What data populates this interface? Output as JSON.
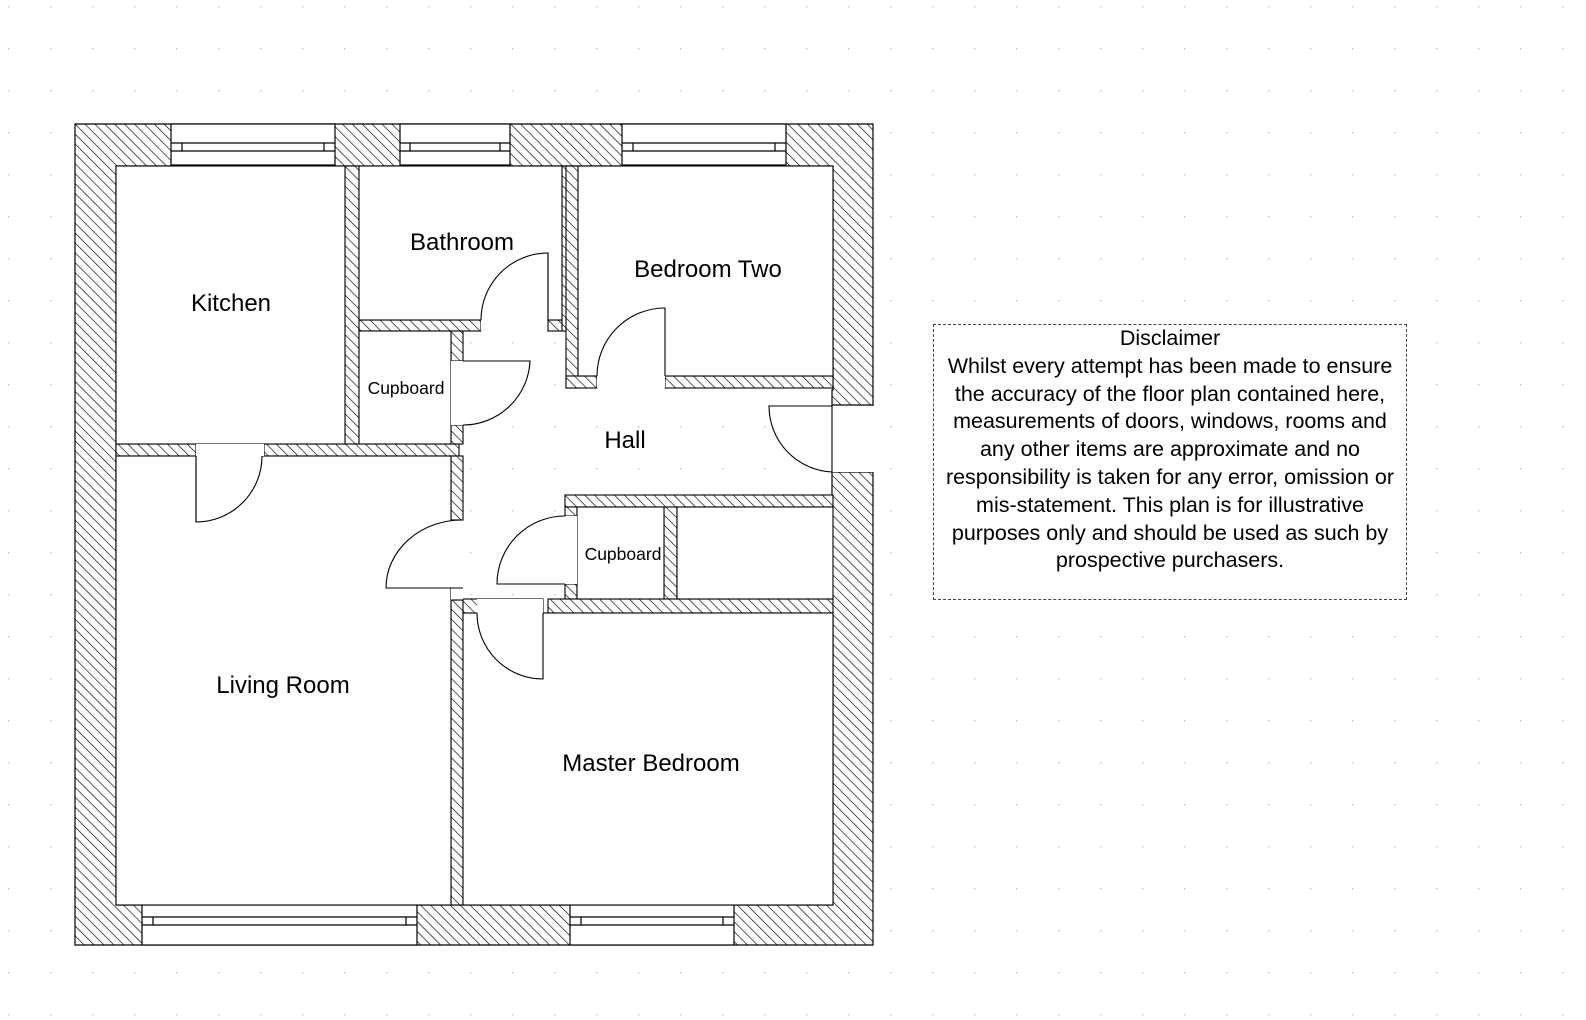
{
  "rooms": {
    "kitchen": "Kitchen",
    "bathroom": "Bathroom",
    "bedroom_two": "Bedroom Two",
    "cupboard_upper": "Cupboard",
    "hall": "Hall",
    "cupboard_lower": "Cupboard",
    "living_room": "Living Room",
    "master_bedroom": "Master Bedroom"
  },
  "disclaimer": {
    "title": "Disclaimer",
    "text": "Whilst every attempt has been made to ensure the accuracy of the floor plan contained here, measurements of doors, windows, rooms and any other items are approximate and no responsibility is taken for any error, omission or mis-statement. This plan is for illustrative purposes only and should be used as such by prospective purchasers."
  },
  "colors": {
    "line": "#000000",
    "hatch": "#000000",
    "background": "#ffffff",
    "grid_dot": "#c8c8c8"
  }
}
